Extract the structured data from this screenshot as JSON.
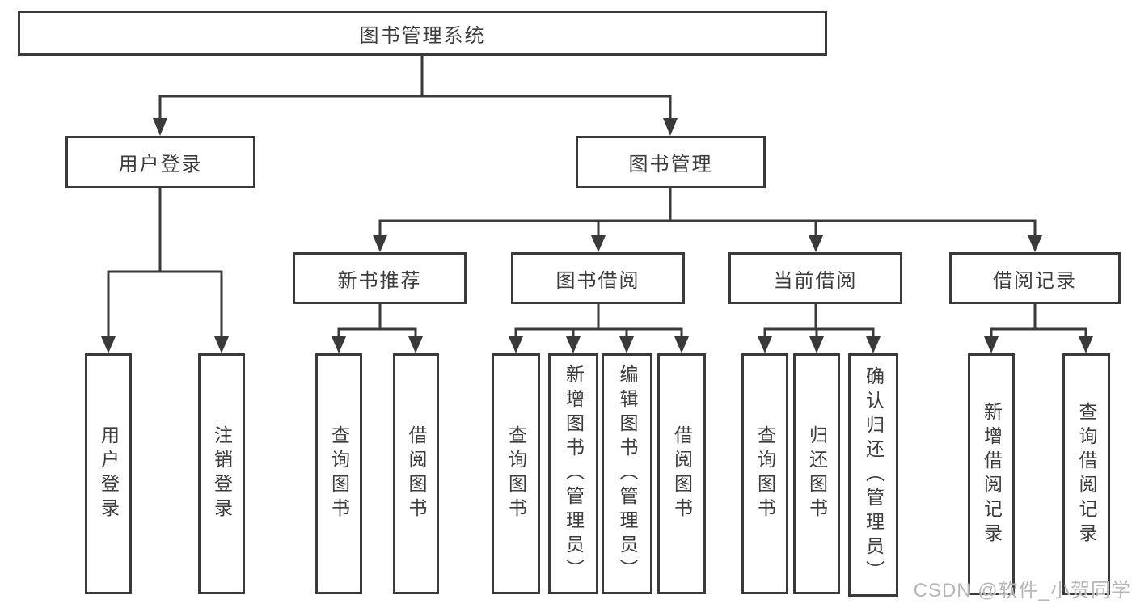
{
  "diagram": {
    "tree": {
      "root": {
        "label": "图书管理系统"
      },
      "children": [
        {
          "label": "用户登录",
          "children": [
            {
              "label": "用户登录"
            },
            {
              "label": "注销登录"
            }
          ]
        },
        {
          "label": "图书管理",
          "children": [
            {
              "label": "新书推荐",
              "children": [
                {
                  "label": "查询图书"
                },
                {
                  "label": "借阅图书"
                }
              ]
            },
            {
              "label": "图书借阅",
              "children": [
                {
                  "label": "查询图书"
                },
                {
                  "label": "新增图书（管理员）"
                },
                {
                  "label": "编辑图书（管理员）"
                },
                {
                  "label": "借阅图书"
                }
              ]
            },
            {
              "label": "当前借阅",
              "children": [
                {
                  "label": "查询图书"
                },
                {
                  "label": "归还图书"
                },
                {
                  "label": "确认归还（管理员）"
                }
              ]
            },
            {
              "label": "借阅记录",
              "children": [
                {
                  "label": "新增借阅记录"
                },
                {
                  "label": "查询借阅记录"
                }
              ]
            }
          ]
        }
      ]
    },
    "colors": {
      "line": "#3a3a3a",
      "text": "#3c3c3c",
      "background": "#ffffff",
      "watermark_text": "#b6b6b6"
    }
  },
  "watermark": "CSDN @软件_小贺同学"
}
